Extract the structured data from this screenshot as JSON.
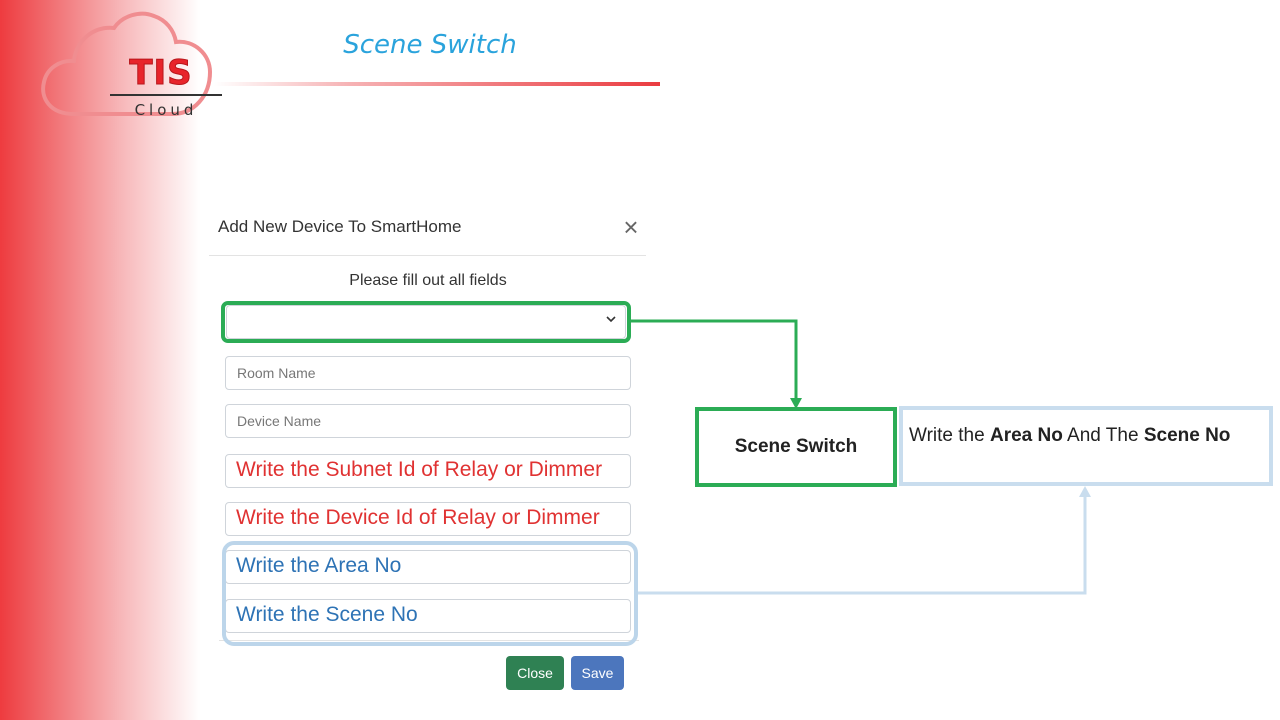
{
  "logo": {
    "brand": "TIS",
    "sub": "Cloud"
  },
  "slide_title": "Scene Switch",
  "modal": {
    "title": "Add New Device To SmartHome",
    "close_icon": "close-icon",
    "instruction": "Please fill out all fields",
    "device_type": {
      "value": "",
      "chevron_icon": "chevron-down-icon"
    },
    "room_name_placeholder": "Room Name",
    "device_name_placeholder": "Device Name",
    "subnet_note": "Write the Subnet Id of Relay or Dimmer",
    "device_id_note": "Write the Device Id of Relay or Dimmer",
    "area_note": "Write the Area No",
    "scene_note": "Write the Scene No",
    "close_label": "Close",
    "save_label": "Save"
  },
  "callout": {
    "device_type_label": "Scene Switch",
    "desc_prefix": "Write the ",
    "desc_bold_1": "Area No",
    "desc_mid": " And The ",
    "desc_bold_2": "Scene No"
  },
  "colors": {
    "brand_red": "#ee3b3f",
    "title_blue": "#2aa3dc",
    "highlight_green": "#2bac55",
    "highlight_blue": "#bcd5ea",
    "note_red": "#e03232",
    "note_blue": "#2e73b5",
    "close_button": "#2f8153",
    "save_button": "#4c76bd"
  }
}
